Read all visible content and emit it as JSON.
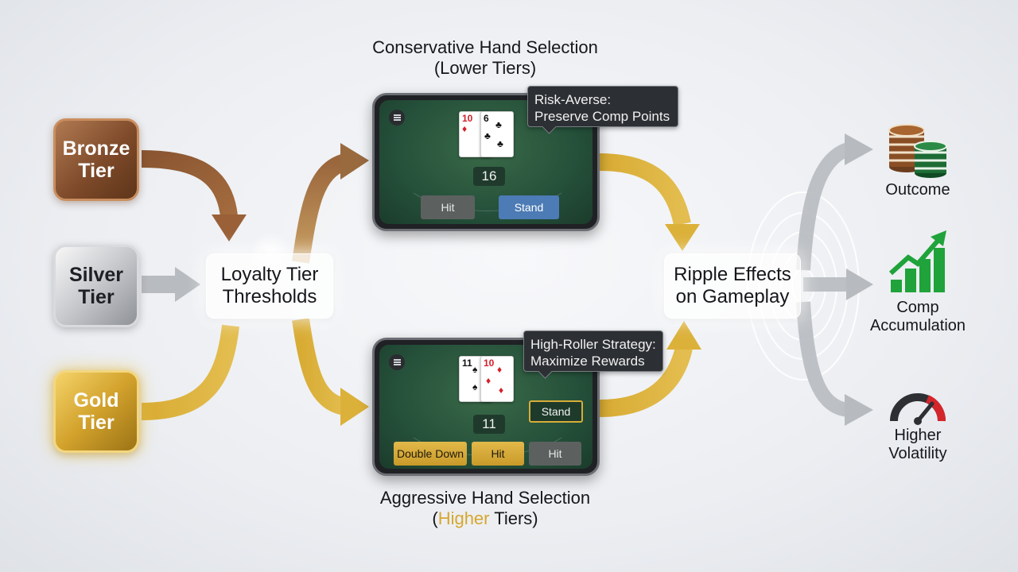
{
  "tiers": {
    "bronze": [
      "Bronze",
      "Tier"
    ],
    "silver": [
      "Silver",
      "Tier"
    ],
    "gold": [
      "Gold",
      "Tier"
    ]
  },
  "hubs": {
    "loyalty": [
      "Loyalty Tier",
      "Thresholds"
    ],
    "ripple": [
      "Ripple Effects",
      "on Gameplay"
    ]
  },
  "sections": {
    "conservative": {
      "title_line1": "Conservative Hand Selection",
      "title_line2": "(Lower Tiers)"
    },
    "aggressive": {
      "title_line1": "Aggressive Hand Selection",
      "title_open": "(",
      "title_highlight": "Higher",
      "title_close": " Tiers)"
    }
  },
  "phone_top": {
    "cards": [
      {
        "rank": "10",
        "suit": "♦",
        "color": "red"
      },
      {
        "rank": "6",
        "suit": "♣",
        "color": "black"
      }
    ],
    "total": "16",
    "buttons": [
      "Hit",
      "Stand"
    ],
    "tooltip": [
      "Risk-Averse:",
      "Preserve Comp Points"
    ]
  },
  "phone_bottom": {
    "cards": [
      {
        "rank": "11",
        "suit": "♠",
        "color": "black"
      },
      {
        "rank": "10",
        "suit": "♦",
        "color": "red"
      }
    ],
    "total": "11",
    "side_button": "Stand",
    "buttons": [
      "Double Down",
      "Hit",
      "Hit"
    ],
    "tooltip": [
      "High-Roller Strategy:",
      "Maximize Rewards"
    ]
  },
  "outcomes": {
    "outcome": [
      "Outcome"
    ],
    "comp": [
      "Comp",
      "Accumulation"
    ],
    "volatility": [
      "Higher",
      "Volatility"
    ]
  },
  "icons": {
    "tier_badges": "tier-badge-icon",
    "chips": "poker-chips-icon",
    "growth": "growth-bar-chart-icon",
    "gauge": "speedometer-gauge-icon",
    "menu": "menu-icon",
    "ripple": "ripple-waves-icon"
  },
  "colors": {
    "bronze": "#8a5531",
    "silver": "#b9bcc0",
    "gold": "#d8ab33",
    "felt": "#25503a",
    "stand_blue": "#4c7bb5",
    "growth_green": "#1fa33a",
    "gauge_red": "#d4252b"
  }
}
